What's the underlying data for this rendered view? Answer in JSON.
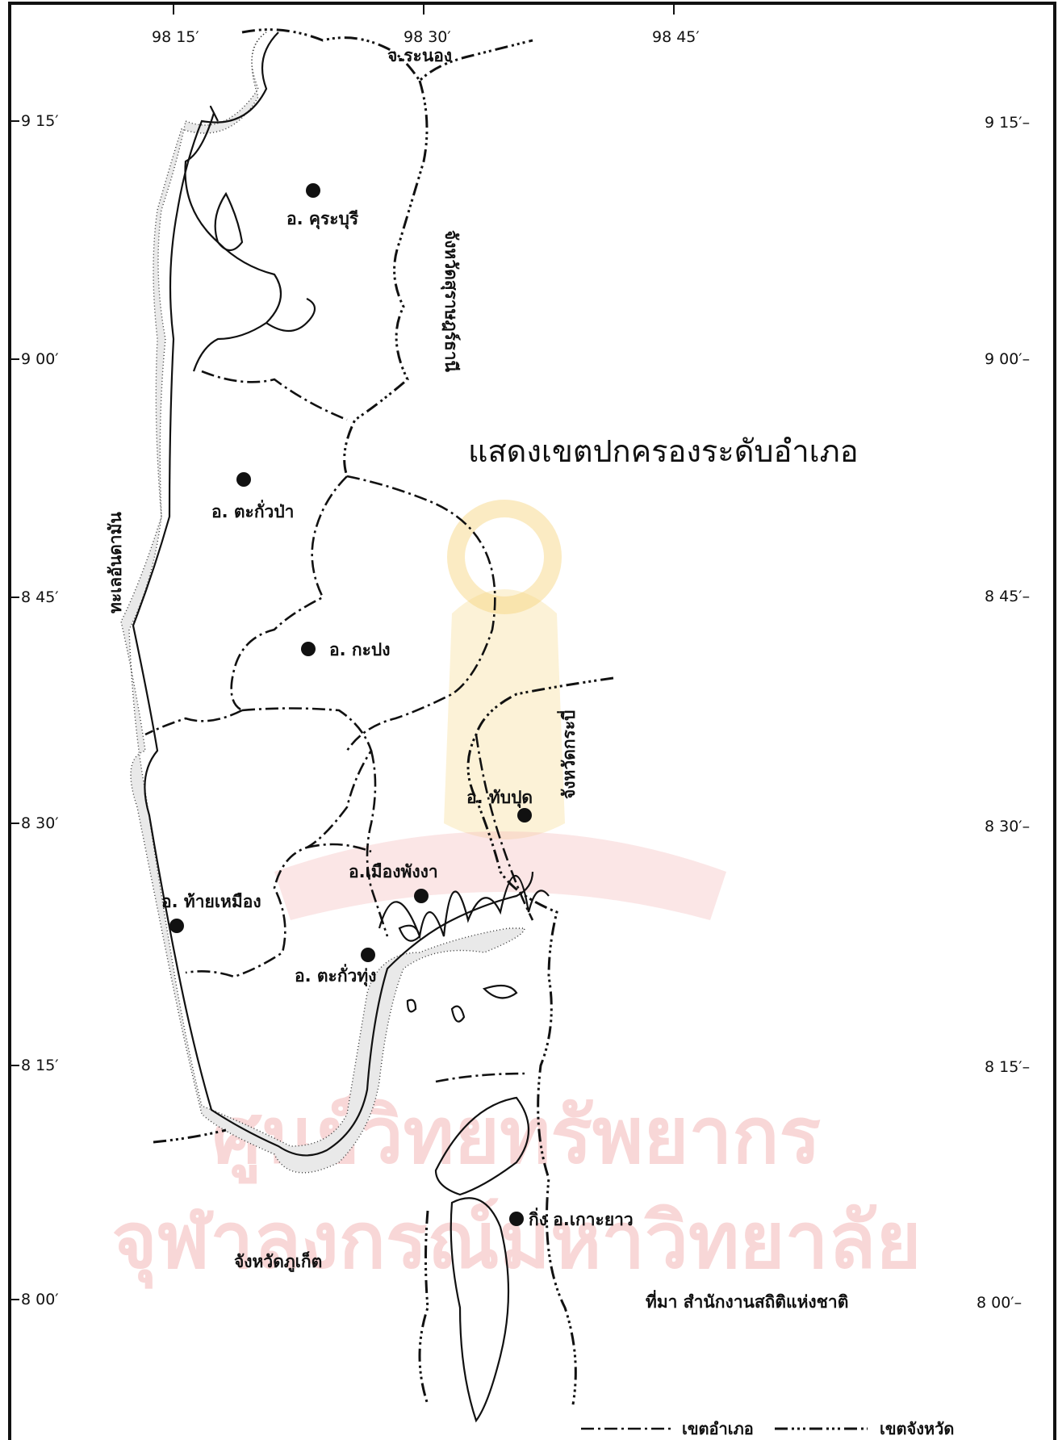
{
  "map": {
    "title": "แสดงเขตปกครองระดับอำเภอ",
    "source_note": "ที่มา   สำนักงานสถิติแห่งชาติ",
    "coords_top": [
      "98 15′",
      "98 30′",
      "98 45′"
    ],
    "coords_left": [
      "9 15′",
      "9 00′",
      "8 45′",
      "8 30′",
      "8 15′",
      "8 00′"
    ],
    "coords_right": [
      "9 15′–",
      "9 00′–",
      "8 45′–",
      "8 30′–",
      "8 15′–",
      "8 00′–"
    ],
    "districts": [
      {
        "name": "อ. คุระบุรี"
      },
      {
        "name": "อ. ตะกั่วป่า"
      },
      {
        "name": "อ. กะปง"
      },
      {
        "name": "อ. ทับปุด"
      },
      {
        "name": "อ.เมืองพังงา"
      },
      {
        "name": "อ. ท้ายเหมือง"
      },
      {
        "name": "อ. ตะกั่วทุ่ง"
      },
      {
        "name": "กิ่ง อ.เกาะยาว"
      }
    ],
    "region_labels": {
      "ranong": "จ.ระนอง",
      "surat": "จังหวัดสุราษฎร์ธานี",
      "andaman": "ทะเลอันดามัน",
      "krabi": "จังหวัดกระบี่",
      "phuket": "จังหวัดภูเก็ต"
    },
    "legend": {
      "district_border": "เขตอำเภอ",
      "province_border": "เขตจังหวัด"
    },
    "watermark": {
      "line1": "ศูนย์วิทยทรัพยากร",
      "line2": "จุฬาลงกรณ์มหาวิทยาลัย"
    }
  }
}
